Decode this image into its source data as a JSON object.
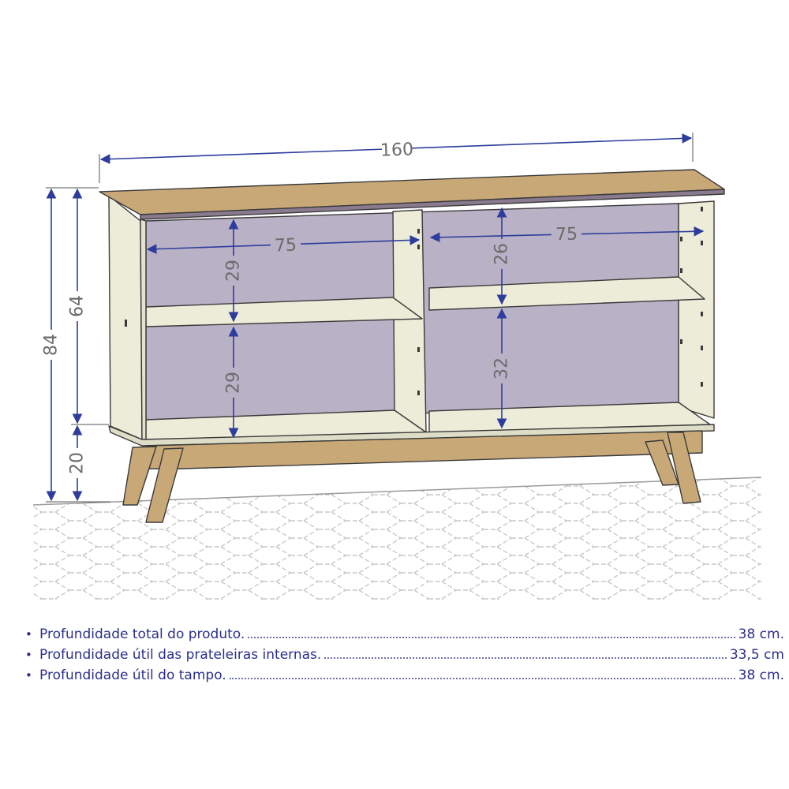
{
  "dimensions": {
    "total_width": "160",
    "total_height": "84",
    "body_height": "64",
    "leg_height": "20",
    "left_niche_width": "75",
    "right_niche_width": "75",
    "left_upper_height": "29",
    "left_lower_height": "29",
    "right_upper_height": "26",
    "right_lower_height": "32"
  },
  "specs": [
    {
      "label": "Profundidade total do produto.",
      "value": "38 cm."
    },
    {
      "label": "Profundidade útil das prateleiras internas.",
      "value": "33,5 cm"
    },
    {
      "label": "Profundidade útil do tampo.",
      "value": "38 cm."
    }
  ],
  "colors": {
    "dimension_line": "#2e3d9c",
    "wood": "#c9a878",
    "interior": "#b9b1c6",
    "body": "#ececd9",
    "text": "#2b2f8c"
  }
}
